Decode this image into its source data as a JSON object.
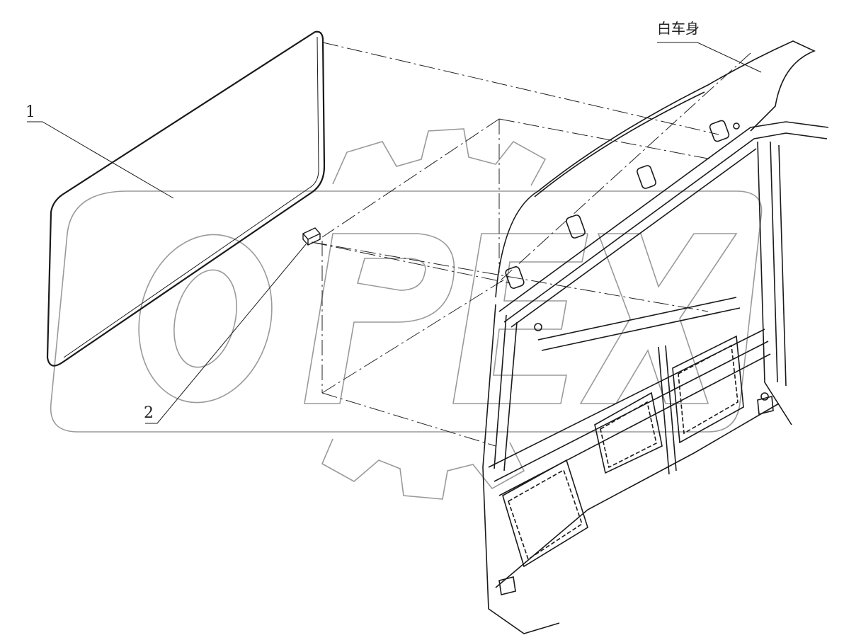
{
  "diagram": {
    "callouts": [
      {
        "id": "1",
        "label": "1"
      },
      {
        "id": "2",
        "label": "2"
      },
      {
        "id": "body",
        "label": "白车身"
      }
    ],
    "watermark": {
      "text": "OPEX"
    },
    "colors": {
      "line": "#1a1a1a",
      "watermark": "#9a9a9a",
      "dash": "#222222"
    }
  }
}
